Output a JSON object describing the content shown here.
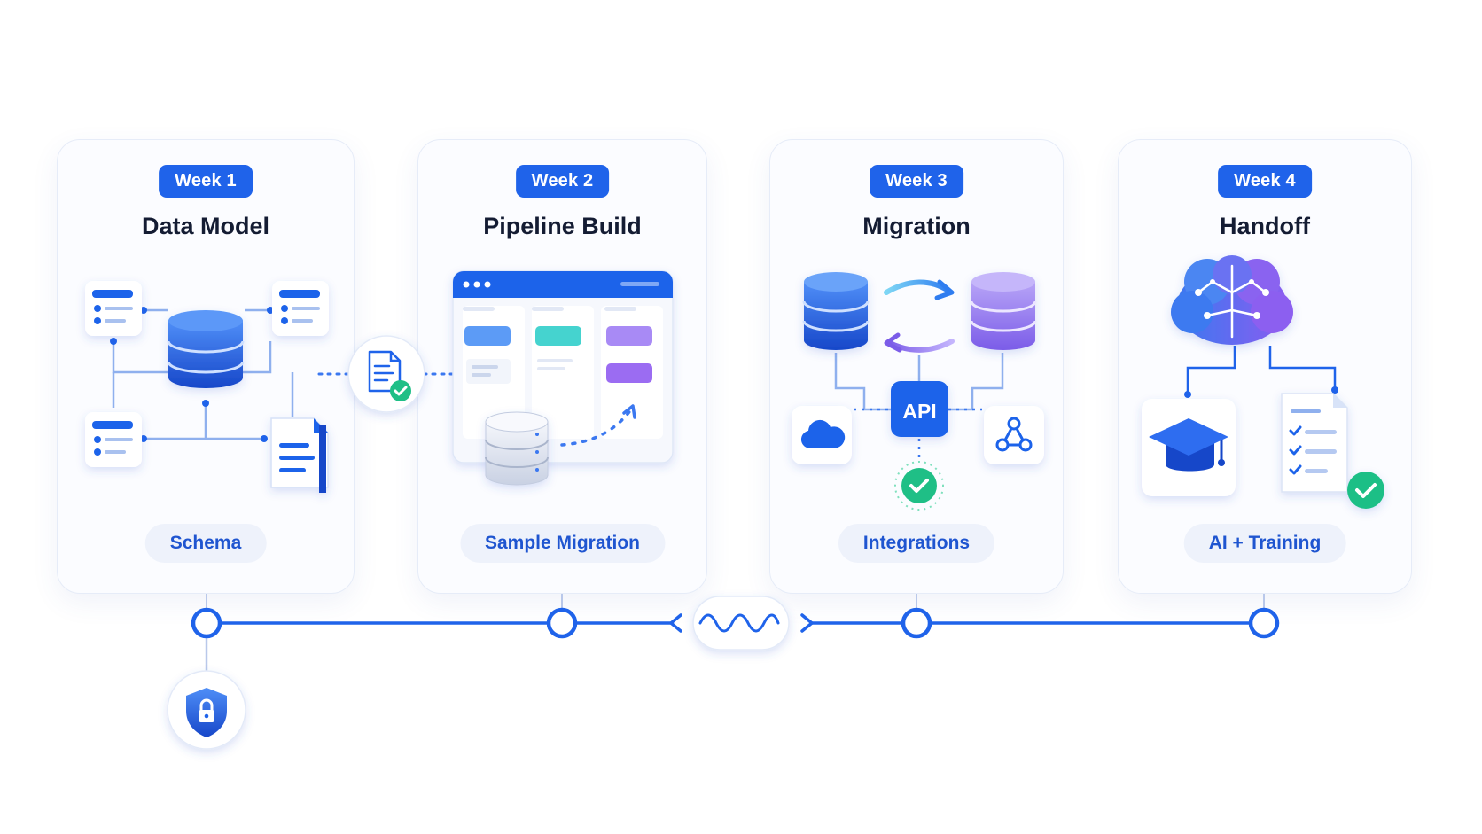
{
  "stages": [
    {
      "week": "Week 1",
      "title": "Data Model",
      "tag": "Schema"
    },
    {
      "week": "Week 2",
      "title": "Pipeline Build",
      "tag": "Sample Migration"
    },
    {
      "week": "Week 3",
      "title": "Migration",
      "tag": "Integrations"
    },
    {
      "week": "Week 4",
      "title": "Handoff",
      "tag": "AI + Training"
    }
  ],
  "api_label": "API",
  "icons": [
    "database-icon",
    "document-check-icon",
    "dashboard-window-icon",
    "cloud-icon",
    "network-nodes-icon",
    "check-icon",
    "brain-circuit-icon",
    "graduation-cap-icon",
    "checklist-icon",
    "wave-sync-icon",
    "shield-lock-icon"
  ],
  "colors": {
    "primary": "#1f63ea",
    "teal": "#2ec4b6",
    "purple": "#8b5cf6",
    "green": "#1fbf86",
    "dark_text": "#141c33"
  }
}
